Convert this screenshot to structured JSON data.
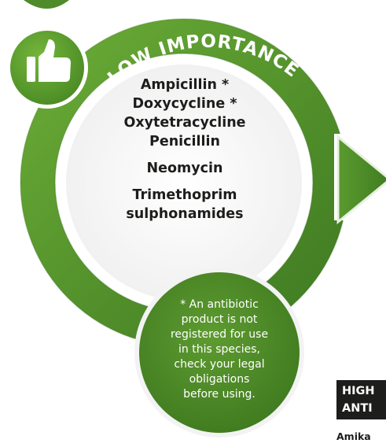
{
  "colors": {
    "ring": "#4f8a2b",
    "ring_light": "#6aab36",
    "note_bubble": "#4c8a26",
    "text_dark": "#1d1d1b"
  },
  "banner": {
    "title": "LOW IMPORTANCE"
  },
  "drugs": [
    "Ampicillin *",
    "Doxycycline *",
    "Oxytetracycline",
    "Penicillin",
    "Neomycin",
    "Trimethoprim",
    "sulphonamides"
  ],
  "note": {
    "lines": [
      "* An antibiotic",
      "product is not",
      "registered for use",
      "in this species,",
      "check your legal",
      "obligations",
      "before using."
    ]
  },
  "next_section": {
    "line1": "HIGH",
    "line2": "ANTI",
    "label": "Amika"
  }
}
